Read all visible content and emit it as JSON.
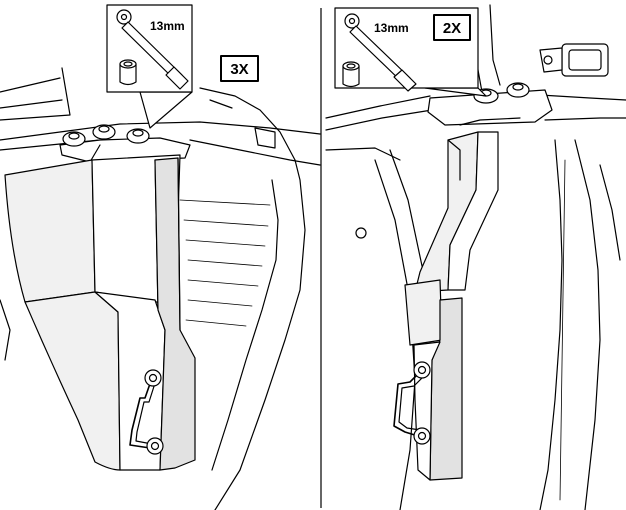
{
  "panels": [
    {
      "id": "left",
      "callout": {
        "tool_size": "13mm",
        "quantity": "3X"
      },
      "tool_icons": [
        "ratchet-wrench-icon",
        "socket-icon"
      ]
    },
    {
      "id": "right",
      "callout": {
        "tool_size": "13mm",
        "quantity": "2X"
      },
      "tool_icons": [
        "ratchet-wrench-icon",
        "socket-icon"
      ]
    }
  ],
  "colors": {
    "line": "#000000",
    "background": "#ffffff",
    "shade": "#e2e2e2"
  }
}
